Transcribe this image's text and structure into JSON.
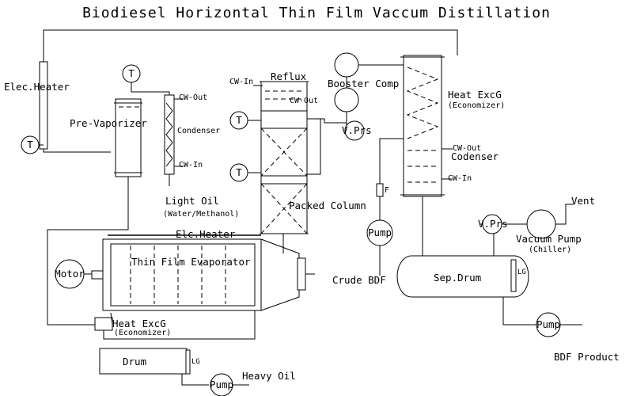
{
  "title": "Biodiesel Horizontal Thin Film Vaccum Distillation",
  "labels": {
    "elec_heater": "Elec.Heater",
    "pre_vaporizer": "Pre-Vaporizer",
    "cw_out_1": "CW-Out",
    "condenser_1": "Condenser",
    "cw_in_1": "CW-In",
    "light_oil": "Light Oil",
    "light_oil_sub": "(Water/Methanol)",
    "cw_in_2": "CW-In",
    "reflux": "Reflux",
    "cw_out_2": "CW-Out",
    "packed_column": "Packed Column",
    "booster_comp": "Booster Comp",
    "v_prs_1": "V.Prs",
    "heat_excg_1": "Heat ExcG",
    "economizer_1": "(Economizer)",
    "cw_out_3": "CW-Out",
    "condenser_2": "Codenser",
    "cw_in_3": "CW-In",
    "f_meter": "F",
    "pump_1": "Pump",
    "crude_bdf": "Crude BDF",
    "v_prs_2": "V.Prs",
    "vent": "Vent",
    "vacuum_pump": "Vacuum Pump",
    "chiller": "(Chiller)",
    "sep_drum": "Sep.Drum",
    "lg_1": "LG",
    "pump_2": "Pump",
    "bdf_product": "BDF Product",
    "elc_heater": "Elc.Heater",
    "motor": "Motor",
    "thin_film_evaporator": "Thin Film Evaporator",
    "heat_excg_2": "Heat ExcG",
    "economizer_2": "(Economizer)",
    "drum": "Drum",
    "lg_2": "LG",
    "pump_3": "Pump",
    "heavy_oil": "Heavy Oil",
    "t_label": "T"
  }
}
